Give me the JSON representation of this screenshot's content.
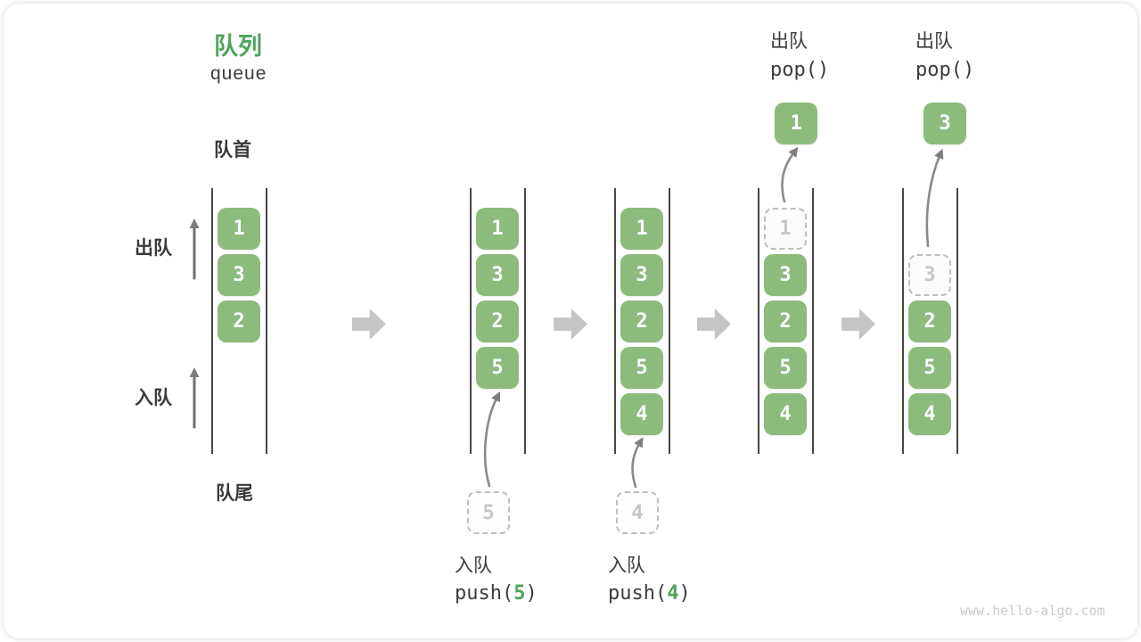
{
  "title": {
    "zh": "队列",
    "en": "queue"
  },
  "sides": {
    "front": "队首",
    "rear": "队尾",
    "dequeue": "出队",
    "enqueue": "入队"
  },
  "states": [
    {
      "boxes": [
        "1",
        "3",
        "2"
      ]
    },
    {
      "boxes": [
        "1",
        "3",
        "2",
        "5"
      ],
      "pending": "5",
      "op_label": "入队",
      "op_pre": "push(",
      "op_arg": "5",
      "op_post": ")"
    },
    {
      "boxes": [
        "1",
        "3",
        "2",
        "5",
        "4"
      ],
      "pending": "4",
      "op_label": "入队",
      "op_pre": "push(",
      "op_arg": "4",
      "op_post": ")"
    },
    {
      "ghost": "1",
      "boxes": [
        "3",
        "2",
        "5",
        "4"
      ],
      "popped": "1",
      "op_label": "出队",
      "op_code": "pop()"
    },
    {
      "ghost": "3",
      "boxes": [
        "2",
        "5",
        "4"
      ],
      "popped": "3",
      "op_label": "出队",
      "op_code": "pop()"
    }
  ],
  "watermark": "www.hello-algo.com",
  "colors": {
    "box_green": "#8CBB7C",
    "accent_green": "#4FA35A",
    "text_dark": "#3C3C3C",
    "wall_gray": "#484848",
    "thin_arrow_gray": "#8A8A8A",
    "block_arrow_gray": "#C5C5C5",
    "ghost_gray": "#C6C6C6",
    "watermark_gray": "#CBCBCB"
  }
}
